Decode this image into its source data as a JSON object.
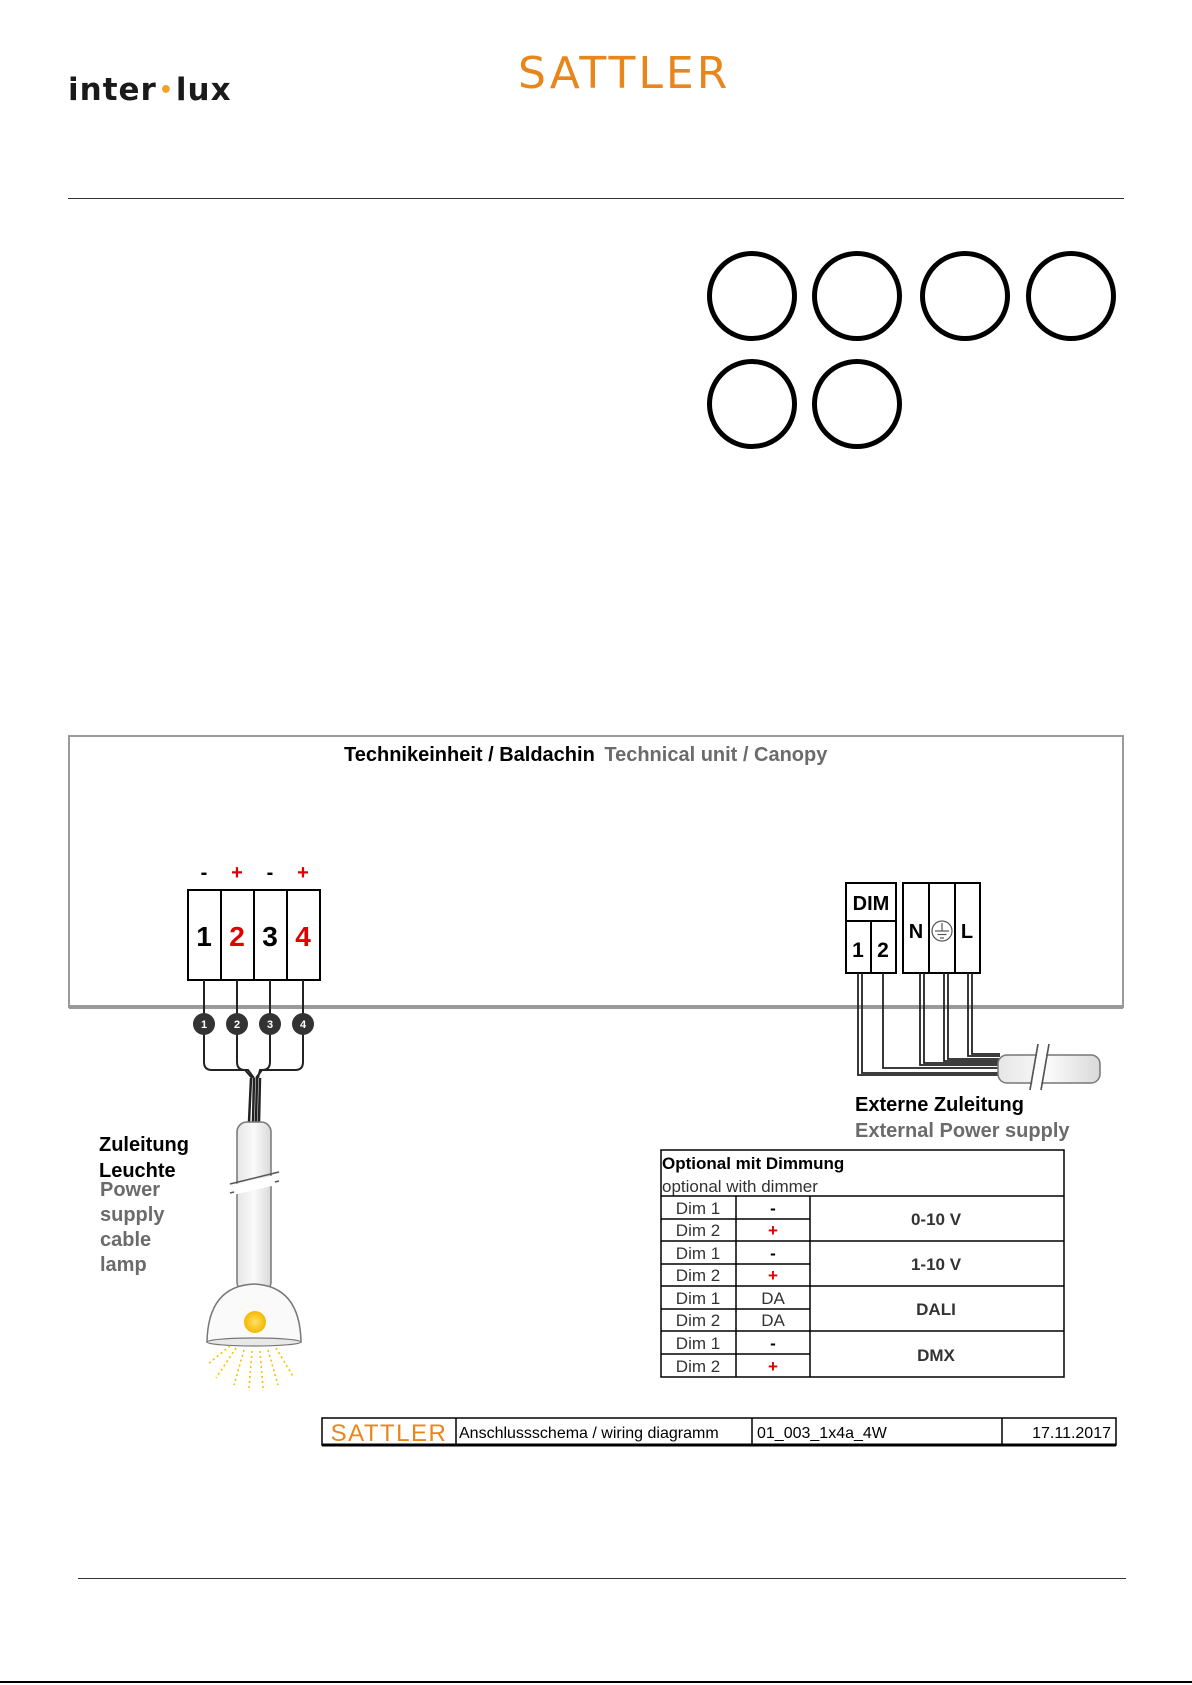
{
  "header": {
    "brand_left_pre": "inter",
    "brand_left_dot": "•",
    "brand_left_post": "lux",
    "brand_center": "SATTLER"
  },
  "symbols": {
    "count": 6
  },
  "diagram": {
    "unit_title_de": "Technikeinheit / Baldachin",
    "unit_title_en": "Technical unit / Canopy",
    "terminal_signs": [
      "-",
      "+",
      "-",
      "+"
    ],
    "terminal_numbers": [
      "1",
      "2",
      "3",
      "4"
    ],
    "wire_badges": [
      "1",
      "2",
      "3",
      "4"
    ],
    "dim_label": "DIM",
    "dim_terminals": [
      "1",
      "2"
    ],
    "mains_n": "N",
    "mains_l": "L",
    "external_de": "Externe Zuleitung",
    "external_en": "External Power supply",
    "lamp_de_line1": "Zuleitung",
    "lamp_de_line2": "Leuchte",
    "lamp_en_line1": "Power",
    "lamp_en_line2": "supply",
    "lamp_en_line3": "cable",
    "lamp_en_line4": "lamp"
  },
  "dimming_table": {
    "header_de": "Optional mit Dimmung",
    "header_en": "optional with dimmer",
    "rows": [
      {
        "dim": "Dim 1",
        "value": "-"
      },
      {
        "dim": "Dim 2",
        "value": "+"
      },
      {
        "dim": "Dim 1",
        "value": "-"
      },
      {
        "dim": "Dim 2",
        "value": "+"
      },
      {
        "dim": "Dim 1",
        "value": "DA"
      },
      {
        "dim": "Dim 2",
        "value": "DA"
      },
      {
        "dim": "Dim 1",
        "value": "-"
      },
      {
        "dim": "Dim 2",
        "value": "+"
      }
    ],
    "groups": [
      "0-10 V",
      "1-10 V",
      "DALI",
      "DMX"
    ]
  },
  "title_block": {
    "brand": "SATTLER",
    "title": "Anschlussschema / wiring diagramm",
    "code": "01_003_1x4a_4W",
    "date": "17.11.2017"
  },
  "colors": {
    "accent_orange": "#e8861c",
    "dot_yellow": "#f0a324",
    "red": "#e00000",
    "grey_text": "#6b6b6b"
  }
}
